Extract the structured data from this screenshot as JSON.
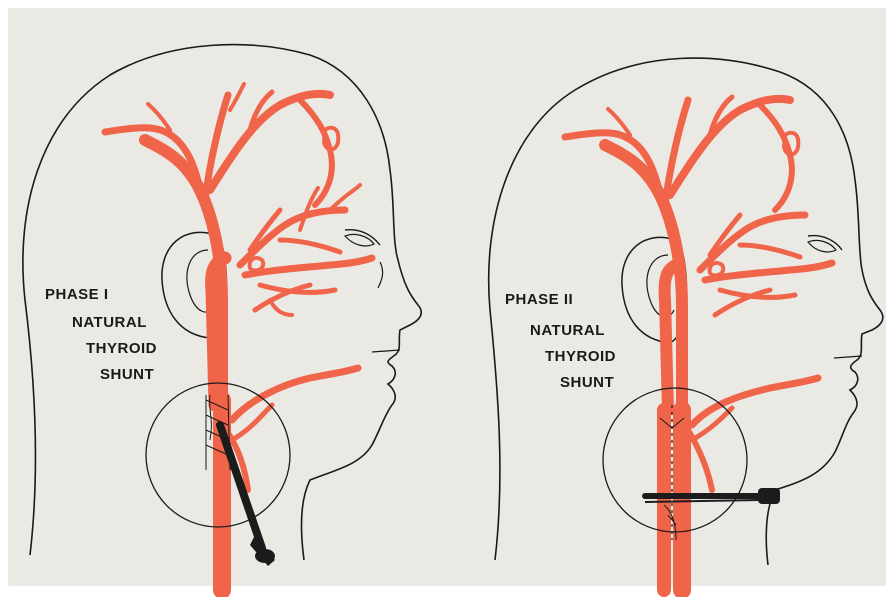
{
  "panels": [
    {
      "id": "phase-1",
      "phase": "PHASE  I",
      "caption": [
        "NATURAL",
        "THYROID",
        "SHUNT"
      ]
    },
    {
      "id": "phase-2",
      "phase": "PHASE  II",
      "caption": [
        "NATURAL",
        "THYROID",
        "SHUNT"
      ]
    }
  ],
  "colors": {
    "background": "#ebe9e4",
    "artery": "#f0654a",
    "outline": "#1a1a1a",
    "clamp": "#1c1c1c"
  },
  "icons": [
    "head-outline",
    "ear-outline",
    "artery-tree",
    "magnifier-circle",
    "vascular-clamp"
  ]
}
